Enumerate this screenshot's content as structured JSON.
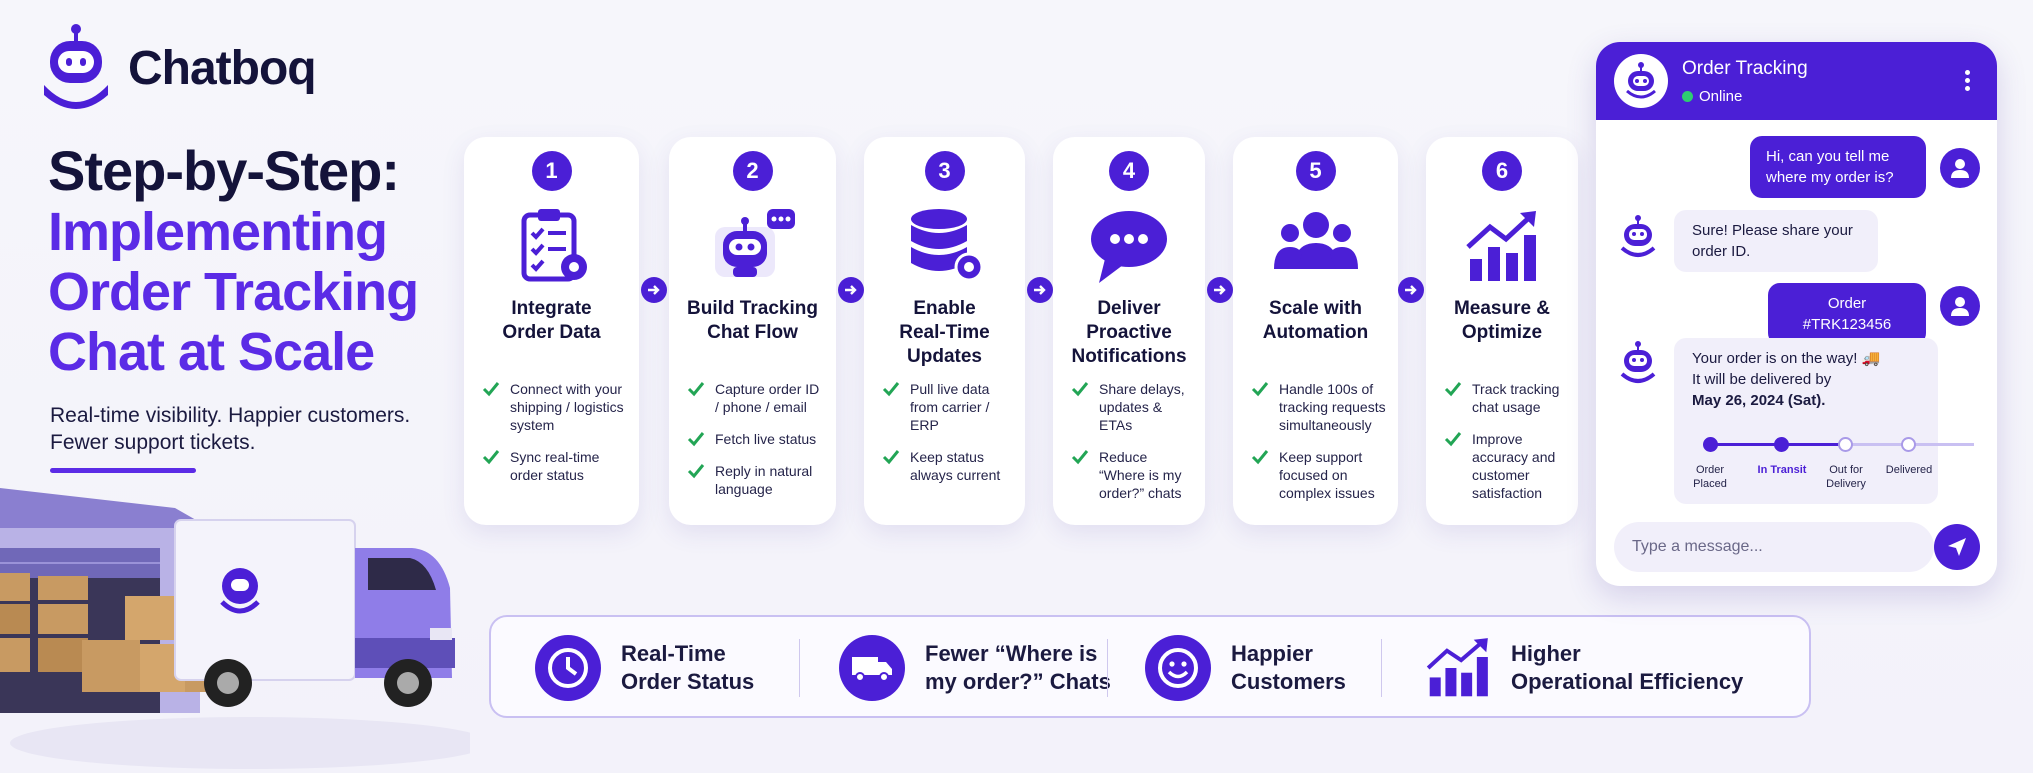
{
  "brand": {
    "name": "Chatboq"
  },
  "headline": {
    "line1": "Step-by-Step:",
    "line2": "Implementing",
    "line3": "Order Tracking",
    "line4": "Chat at Scale",
    "sub1": "Real-time visibility. Happier customers.",
    "sub2": "Fewer support tickets."
  },
  "colors": {
    "accent": "#4b1fd6",
    "headline_purple": "#5b2be6",
    "check_green": "#22a555",
    "dark": "#14133a"
  },
  "steps": [
    {
      "num": "1",
      "icon": "clipboard-gear-icon",
      "title1": "Integrate",
      "title2": "Order Data",
      "title3": "",
      "bullets": [
        "Connect with your shipping / logistics system",
        "Sync real-time order status"
      ]
    },
    {
      "num": "2",
      "icon": "chatbot-icon",
      "title1": "Build Tracking",
      "title2": "Chat Flow",
      "title3": "",
      "bullets": [
        "Capture order ID / phone / email",
        "Fetch live status",
        "Reply in natural language"
      ]
    },
    {
      "num": "3",
      "icon": "database-gear-icon",
      "title1": "Enable",
      "title2": "Real-Time",
      "title3": "Updates",
      "bullets": [
        "Pull live data from carrier / ERP",
        "Keep status always current"
      ]
    },
    {
      "num": "4",
      "icon": "speech-bubble-icon",
      "title1": "Deliver",
      "title2": "Proactive",
      "title3": "Notifications",
      "bullets": [
        "Share delays, updates & ETAs",
        "Reduce “Where is my order?” chats"
      ]
    },
    {
      "num": "5",
      "icon": "users-group-icon",
      "title1": "Scale with",
      "title2": "Automation",
      "title3": "",
      "bullets": [
        "Handle 100s of tracking requests simultaneously",
        "Keep support focused on complex issues"
      ]
    },
    {
      "num": "6",
      "icon": "growth-chart-icon",
      "title1": "Measure &",
      "title2": "Optimize",
      "title3": "",
      "bullets": [
        "Track tracking chat usage",
        "Improve accuracy and customer satisfaction"
      ]
    }
  ],
  "benefits": [
    {
      "icon": "clock-icon",
      "line1": "Real-Time",
      "line2": "Order Status"
    },
    {
      "icon": "delivery-truck-icon",
      "line1": "Fewer “Where is",
      "line2": "my order?” Chats"
    },
    {
      "icon": "smiley-icon",
      "line1": "Happier",
      "line2": "Customers"
    },
    {
      "icon": "growth-chart-icon",
      "line1": "Higher",
      "line2": "Operational Efficiency"
    }
  ],
  "chat": {
    "title": "Order Tracking",
    "status": "Online",
    "messages": {
      "user1_a": "Hi, can you tell me",
      "user1_b": "where my order is?",
      "bot1_a": "Sure! Please share your",
      "bot1_b": "order ID.",
      "user2": "Order #TRK123456",
      "bot2_a": "Your order is on the way! 🚚",
      "bot2_b": "It will be delivered by",
      "bot2_c": "May 26, 2024 (Sat)."
    },
    "tracking": {
      "stages": [
        "Order Placed",
        "In Transit",
        "Out for Delivery",
        "Delivered"
      ],
      "current_stage": "In Transit",
      "completed_count": 2
    },
    "input_placeholder": "Type a message..."
  }
}
